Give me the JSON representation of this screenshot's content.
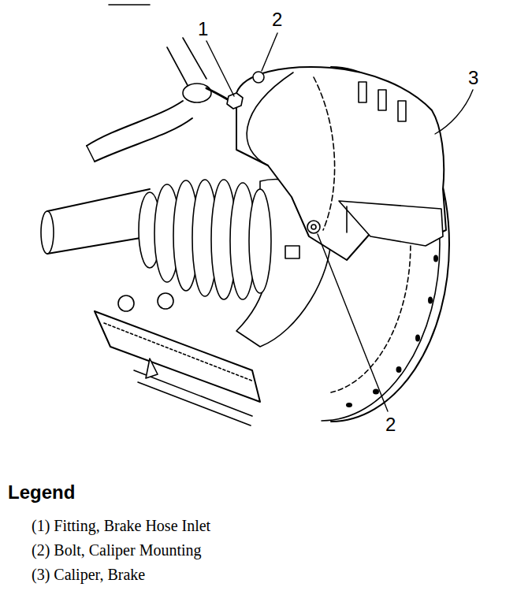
{
  "diagram": {
    "labels": [
      "1",
      "2",
      "3",
      "2",
      "Legend"
    ],
    "legend": [
      {
        "text": "(1) Fitting, Brake Hose Inlet"
      },
      {
        "text": "(2) Bolt, Caliper Mounting"
      },
      {
        "text": "(3) Caliper, Brake"
      }
    ]
  }
}
